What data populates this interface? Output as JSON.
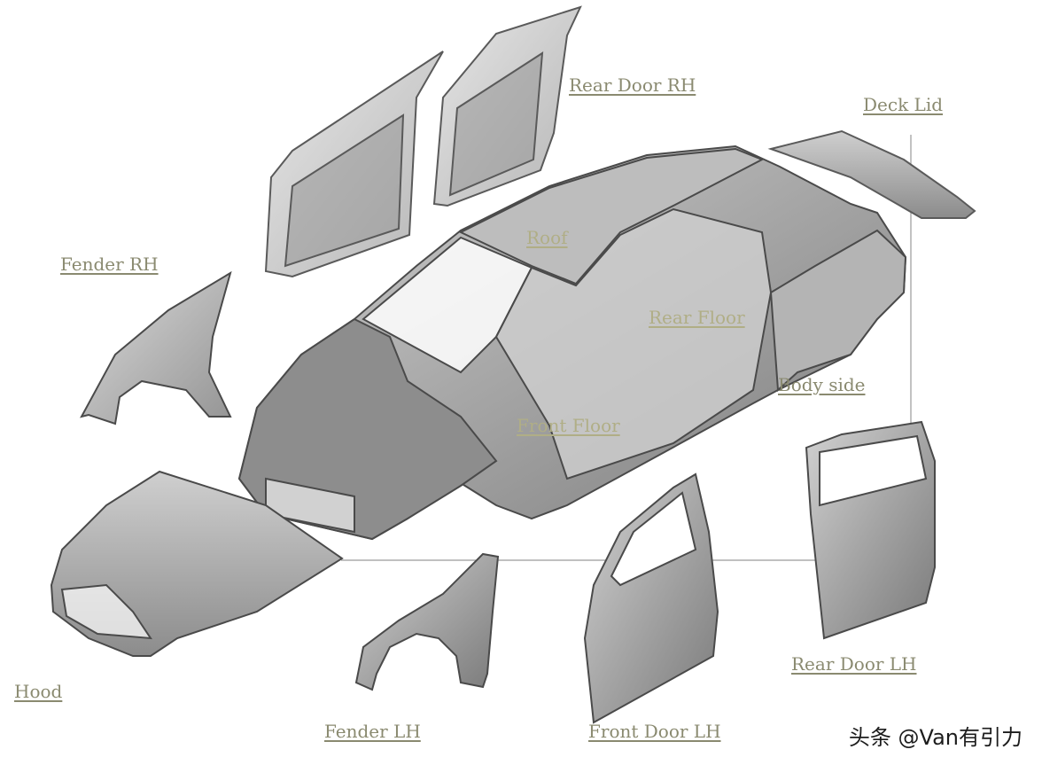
{
  "labels": {
    "rear_door_rh": "Rear Door RH",
    "deck_lid": "Deck Lid",
    "fender_rh": "Fender RH",
    "roof": "Roof",
    "rear_floor": "Rear Floor",
    "body_side": "Body side",
    "front_floor": "Front Floor",
    "hood": "Hood",
    "fender_lh": "Fender LH",
    "front_door_lh": "Front Door LH",
    "rear_door_lh": "Rear Door LH"
  },
  "watermark": "头条 @Van有引力",
  "colors": {
    "label_text": "#8a8a70",
    "panel_fill": "#a9a9a9",
    "panel_stroke": "#5a5a5a",
    "leader_line": "#9a9a9a"
  }
}
